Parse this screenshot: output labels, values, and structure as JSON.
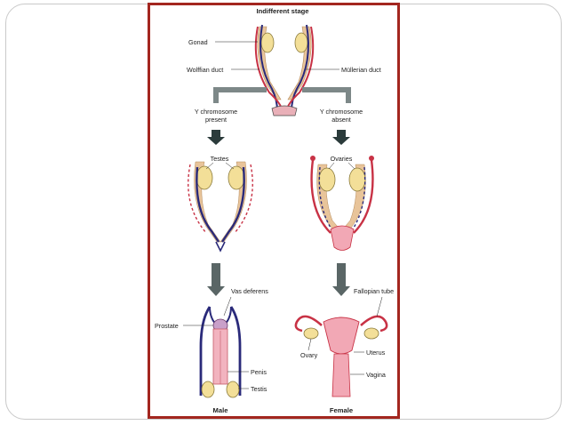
{
  "diagram": {
    "title": "Indifferent stage",
    "labels": {
      "gonad": "Gonad",
      "wolffian_duct": "Wolffian duct",
      "mullerian_duct": "Müllerian duct",
      "y_present_line1": "Y chromosome",
      "y_present_line2": "present",
      "y_absent_line1": "Y chromosome",
      "y_absent_line2": "absent",
      "testes": "Testes",
      "ovaries": "Ovaries",
      "vas_deferens": "Vas deferens",
      "fallopian_tube": "Fallopian tube",
      "prostate": "Prostate",
      "ovary": "Ovary",
      "uterus": "Uterus",
      "penis": "Penis",
      "testis": "Testis",
      "vagina": "Vagina",
      "male": "Male",
      "female": "Female"
    },
    "colors": {
      "frame": "#a3261f",
      "wolffian": "#2a2a7a",
      "mullerian": "#c83245",
      "gonad": "#f3df98",
      "tissue": "#e8c49a",
      "arrow": "#2b3b3b"
    }
  }
}
